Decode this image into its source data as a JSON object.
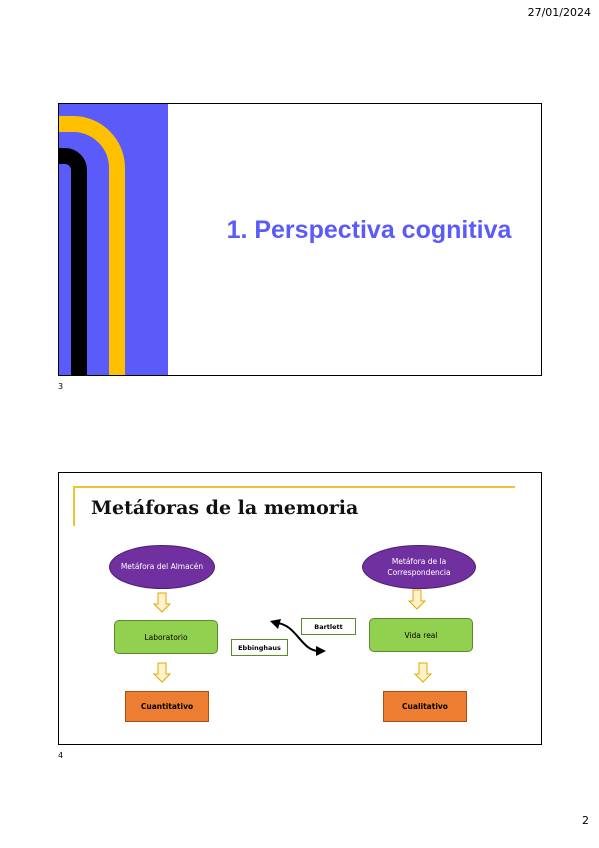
{
  "header": {
    "date": "27/01/2024"
  },
  "footer": {
    "page_number": "2"
  },
  "slides": [
    {
      "number": "3",
      "title": "1. Perspectiva cognitiva",
      "colors": {
        "title": "#5b5bf9",
        "band": "#5b5bf9",
        "arc_outer": "#ffc000",
        "arc_inner": "#000000"
      }
    },
    {
      "number": "4",
      "title": "Metáforas de la memoria",
      "left_column": {
        "metaphor": "Metáfora del Almacén",
        "method": "Laboratorio",
        "result": "Cuantitativo"
      },
      "right_column": {
        "metaphor": "Metáfora de la Correspondencia",
        "method": "Vida real",
        "result": "Cualitativo"
      },
      "authors": {
        "top": "Bartlett",
        "bottom": "Ebbinghaus"
      },
      "colors": {
        "oval": "#7030a0",
        "method_box": "#92d050",
        "result_box": "#ed7d31",
        "arrow": "#ffd966",
        "rule": "#f2c232"
      }
    }
  ]
}
